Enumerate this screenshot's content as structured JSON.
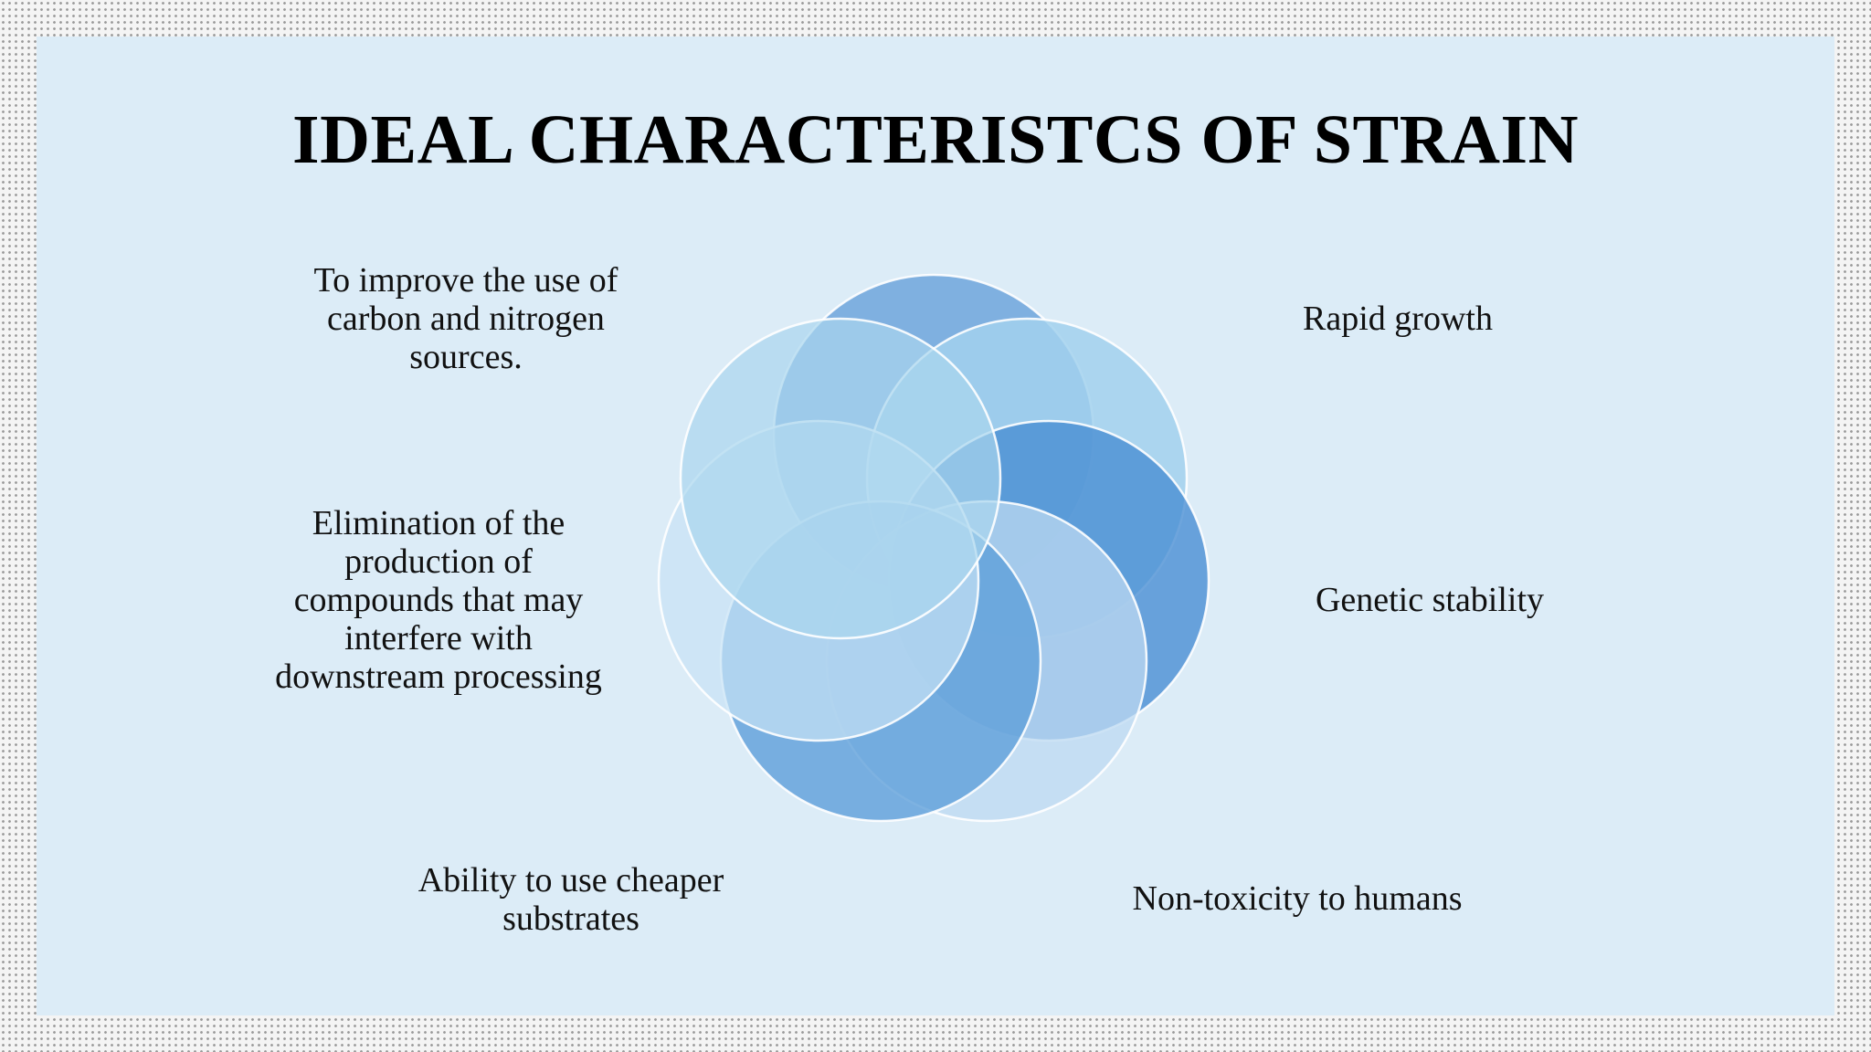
{
  "slide": {
    "title": "IDEAL CHARACTERISTCS OF STRAIN"
  },
  "diagram": {
    "items": [
      {
        "key": "rapid",
        "text": "Rapid growth",
        "color": "#6fa6dc",
        "opacity": 0.85
      },
      {
        "key": "genetic",
        "text": "Genetic stability",
        "color": "#a2d1ed",
        "opacity": 0.85
      },
      {
        "key": "nontox",
        "text": "Non-toxicity to humans",
        "color": "#4a8fd3",
        "opacity": 0.8
      },
      {
        "key": "cheaper",
        "text": "Ability to use cheaper\nsubstrates",
        "color": "#bedaf1",
        "opacity": 0.75
      },
      {
        "key": "elimination",
        "text": "Elimination of the\nproduction of\ncompounds that may\ninterfere with\ndownstream processing",
        "color": "#5e9fd9",
        "opacity": 0.8
      },
      {
        "key": "carbon",
        "text": "To improve the use of\ncarbon and nitrogen\nsources.",
        "color": "#c8e3f5",
        "opacity": 0.7
      }
    ]
  },
  "theme": {
    "slide_bg": "#dcecf7",
    "outline": "#ffffff"
  }
}
